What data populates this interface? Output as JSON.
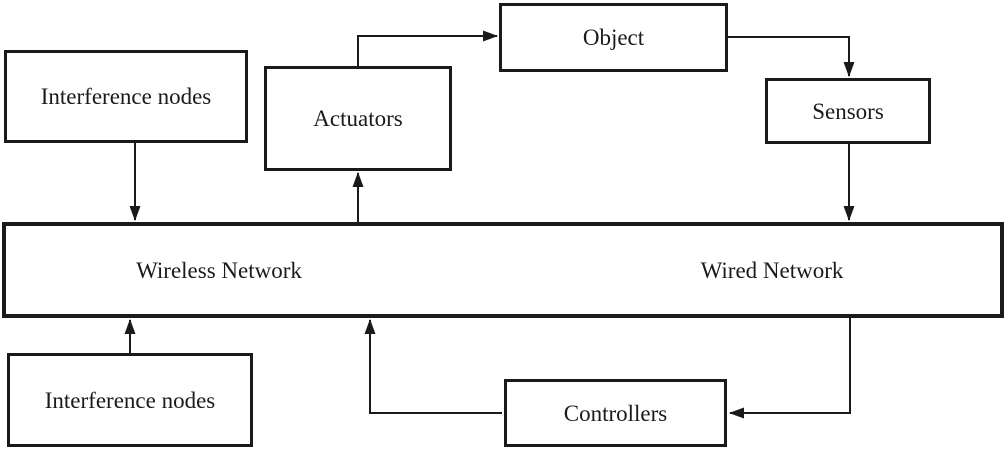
{
  "diagram": {
    "background_color": "#ffffff",
    "line_color": "#1a1a1a",
    "nodes": {
      "interference_top": {
        "label": "Interference nodes",
        "shape": "solid-box"
      },
      "actuators": {
        "label": "Actuators",
        "shape": "solid-box"
      },
      "object": {
        "label": "Object",
        "shape": "solid-box"
      },
      "sensors": {
        "label": "Sensors",
        "shape": "solid-box"
      },
      "network_bus": {
        "label": "",
        "shape": "solid-box-wide"
      },
      "wireless_network": {
        "label": "Wireless Network",
        "shape": "dashed-box"
      },
      "wired_network": {
        "label": "Wired Network",
        "shape": "dashed-box"
      },
      "interference_bottom": {
        "label": "Interference nodes",
        "shape": "solid-box"
      },
      "controllers": {
        "label": "Controllers",
        "shape": "solid-box"
      }
    },
    "edges": [
      {
        "from": "interference_top",
        "to": "wireless_network",
        "style": "arrow"
      },
      {
        "from": "actuators",
        "to": "object",
        "style": "arrow"
      },
      {
        "from": "object",
        "to": "sensors",
        "style": "arrow"
      },
      {
        "from": "sensors",
        "to": "wired_network",
        "style": "arrow"
      },
      {
        "from": "wireless_network",
        "to": "actuators",
        "style": "arrow"
      },
      {
        "from": "interference_bottom",
        "to": "wireless_network",
        "style": "arrow"
      },
      {
        "from": "controllers",
        "to": "wireless_network",
        "style": "arrow"
      },
      {
        "from": "wired_network",
        "to": "controllers",
        "style": "arrow"
      }
    ]
  }
}
